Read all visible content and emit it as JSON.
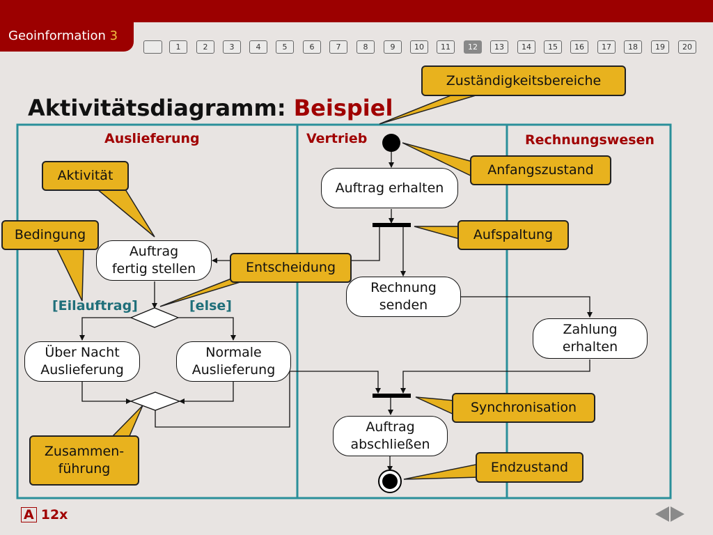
{
  "header": {
    "brand": "Geoinformation",
    "brand_number": "3",
    "pages": [
      "",
      "1",
      "2",
      "3",
      "4",
      "5",
      "6",
      "7",
      "8",
      "9",
      "10",
      "11",
      "12",
      "13",
      "14",
      "15",
      "16",
      "17",
      "18",
      "19",
      "20"
    ],
    "active_page": "12"
  },
  "title": {
    "main": "Aktivitätsdiagramm:",
    "accent": "Beispiel"
  },
  "lanes": {
    "left": "Auslieferung",
    "middle": "Vertrieb",
    "right": "Rechnungswesen"
  },
  "activities": {
    "auftrag_erhalten": "Auftrag erhalten",
    "auftrag_fertig": "Auftrag\nfertig stellen",
    "rechnung_senden": "Rechnung\nsenden",
    "zahlung_erhalten": "Zahlung\nerhalten",
    "uber_nacht": "Über Nacht\nAuslieferung",
    "normale": "Normale\nAuslieferung",
    "auftrag_abschliessen": "Auftrag\nabschließen"
  },
  "guards": {
    "eil": "[Eilauftrag]",
    "else": "[else]"
  },
  "callouts": {
    "zustaendigkeit": "Zuständigkeitsbereiche",
    "aktivitaet": "Aktivität",
    "bedingung": "Bedingung",
    "anfangszustand": "Anfangszustand",
    "aufspaltung": "Aufspaltung",
    "entscheidung": "Entscheidung",
    "synchronisation": "Synchronisation",
    "zusammenfuehrung": "Zusammen-\nführung",
    "endzustand": "Endzustand"
  },
  "footer": {
    "letter": "A",
    "label": "12x"
  },
  "colors": {
    "brand": "#9c0000",
    "callout": "#e8b21e",
    "lane_border": "#2a8f9a",
    "guard": "#1f6f7a"
  }
}
